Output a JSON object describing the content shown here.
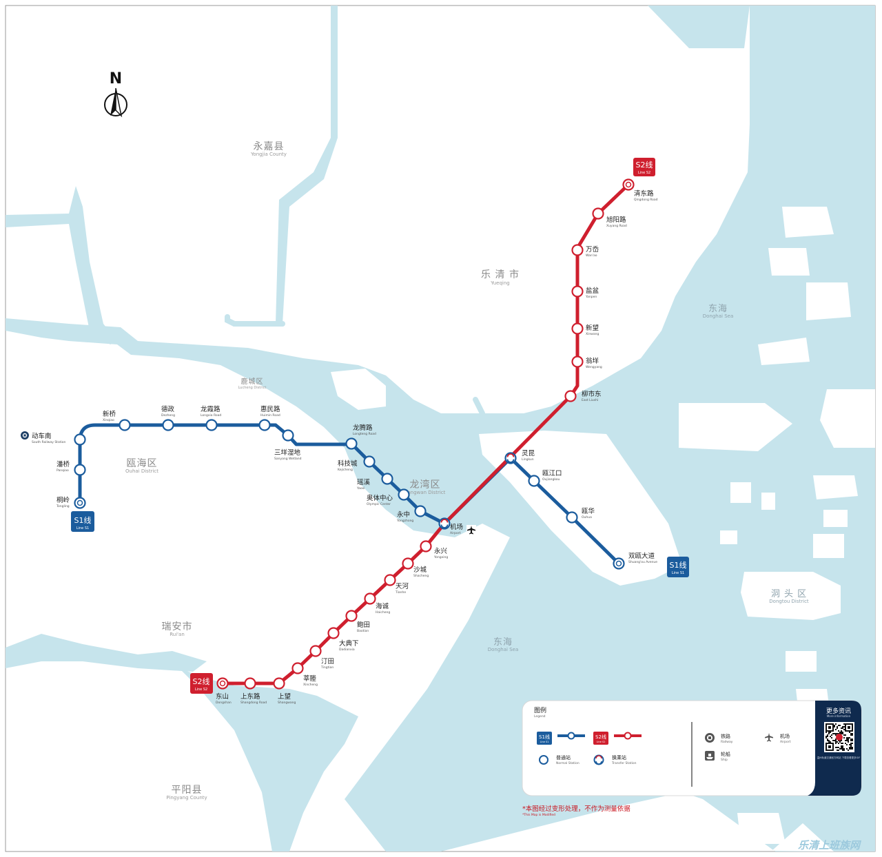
{
  "colors": {
    "water": "#c6e4ec",
    "land": "#ffffff",
    "line_s1": "#1b5c9d",
    "line_s2": "#cf1f2e",
    "legend_dark": "#0f2a4e",
    "note_red": "#c8151f",
    "watermark": "#9cc9dd"
  },
  "compass": {
    "label": "N"
  },
  "regions": {
    "yongjia": {
      "zh": "永嘉县",
      "en": "Yongjia County"
    },
    "yueqing": {
      "zh": "乐 清 市",
      "en": "Yueqing"
    },
    "lucheng": {
      "zh": "鹿城区",
      "en": "Lucheng District"
    },
    "ouhai": {
      "zh": "瓯海区",
      "en": "Ouhai District"
    },
    "longwan": {
      "zh": "龙湾区",
      "en": "Longwan District"
    },
    "ruian": {
      "zh": "瑞安市",
      "en": "Rui'an"
    },
    "pingyang": {
      "zh": "平阳县",
      "en": "Pingyang County"
    },
    "dongtou": {
      "zh": "洞 头 区",
      "en": "Dongtou District"
    },
    "donghai1": {
      "zh": "东海",
      "en": "Donghai Sea"
    },
    "donghai2": {
      "zh": "东海",
      "en": "Donghai Sea"
    }
  },
  "badges": {
    "s1_west": {
      "zh": "S1线",
      "en": "Line S1"
    },
    "s1_east": {
      "zh": "S1线",
      "en": "Line S1"
    },
    "s2_north": {
      "zh": "S2线",
      "en": "Line S2"
    },
    "s2_south": {
      "zh": "S2线",
      "en": "Line S2"
    }
  },
  "stations": [
    {
      "key": "dongchenan",
      "zh": "动车南",
      "en": "South Railway Station",
      "type": "railway"
    },
    {
      "key": "panqiao",
      "zh": "潘桥",
      "en": "Panqiao",
      "type": "normal"
    },
    {
      "key": "tongling",
      "zh": "桐岭",
      "en": "Tongling",
      "type": "terminal"
    },
    {
      "key": "xinqiao",
      "zh": "新桥",
      "en": "Xinqiao",
      "type": "normal"
    },
    {
      "key": "dezheng",
      "zh": "德政",
      "en": "Dezheng",
      "type": "normal"
    },
    {
      "key": "longxialu",
      "zh": "龙霞路",
      "en": "Longxia Road",
      "type": "normal"
    },
    {
      "key": "huiminlu",
      "zh": "惠民路",
      "en": "Huimin Road",
      "type": "normal"
    },
    {
      "key": "sanyangshidi",
      "zh": "三垟湿地",
      "en": "Sanyang Wetland",
      "type": "normal"
    },
    {
      "key": "longtenglu",
      "zh": "龙腾路",
      "en": "Longteng Road",
      "type": "normal"
    },
    {
      "key": "kejicheng",
      "zh": "科技城",
      "en": "Kejicheng",
      "type": "normal"
    },
    {
      "key": "yaoxi",
      "zh": "瑶溪",
      "en": "Yaoxi",
      "type": "normal"
    },
    {
      "key": "aotizhongxin",
      "zh": "奥体中心",
      "en": "Olympic Center",
      "type": "normal"
    },
    {
      "key": "yongzhong",
      "zh": "永中",
      "en": "Yongzhong",
      "type": "normal"
    },
    {
      "key": "jichang",
      "zh": "机场",
      "en": "Airport",
      "type": "transfer"
    },
    {
      "key": "lingkun",
      "zh": "灵昆",
      "en": "Lingkun",
      "type": "transfer"
    },
    {
      "key": "oujiangkou",
      "zh": "瓯江口",
      "en": "Oujiangkou",
      "type": "normal"
    },
    {
      "key": "ouhua",
      "zh": "瓯华",
      "en": "Ouhua",
      "type": "normal"
    },
    {
      "key": "shuangoudadao",
      "zh": "双瓯大道",
      "en": "Shuang'ou Avenue",
      "type": "terminal"
    },
    {
      "key": "qingdonglu",
      "zh": "清东路",
      "en": "Qingdong Road",
      "type": "terminal"
    },
    {
      "key": "xuyanglu",
      "zh": "旭阳路",
      "en": "Xuyang Road",
      "type": "normal"
    },
    {
      "key": "wanyue",
      "zh": "万岙",
      "en": "Wan'ao",
      "type": "normal"
    },
    {
      "key": "yanpan",
      "zh": "盐盆",
      "en": "Yanpen",
      "type": "normal"
    },
    {
      "key": "xinwang",
      "zh": "新望",
      "en": "Xinwang",
      "type": "normal"
    },
    {
      "key": "wengyang",
      "zh": "翁垟",
      "en": "Wengyang",
      "type": "normal"
    },
    {
      "key": "liushidong",
      "zh": "柳市东",
      "en": "East Liushi",
      "type": "normal"
    },
    {
      "key": "yongxing",
      "zh": "永兴",
      "en": "Yongxing",
      "type": "normal"
    },
    {
      "key": "shacheng",
      "zh": "沙城",
      "en": "Shacheng",
      "type": "normal"
    },
    {
      "key": "tianhe",
      "zh": "天河",
      "en": "Tianhe",
      "type": "normal"
    },
    {
      "key": "haicheng",
      "zh": "海诚",
      "en": "Haicheng",
      "type": "normal"
    },
    {
      "key": "baotian",
      "zh": "鲍田",
      "en": "Baotian",
      "type": "normal"
    },
    {
      "key": "dadianxia",
      "zh": "大典下",
      "en": "Dadianxia",
      "type": "normal"
    },
    {
      "key": "tingtian",
      "zh": "汀田",
      "en": "Tingtian",
      "type": "normal"
    },
    {
      "key": "xincheng",
      "zh": "莘塍",
      "en": "Xincheng",
      "type": "normal"
    },
    {
      "key": "shangwang",
      "zh": "上望",
      "en": "Shangwang",
      "type": "normal"
    },
    {
      "key": "shangdonglu",
      "zh": "上东路",
      "en": "Shangdong Road",
      "type": "normal"
    },
    {
      "key": "dongshan",
      "zh": "东山",
      "en": "Dongshan",
      "type": "terminal"
    }
  ],
  "legend": {
    "title": "图例",
    "title_en": "Legend",
    "s1_badge": "S1线",
    "s1_badge_en": "Line S1",
    "s2_badge": "S2线",
    "s2_badge_en": "Line S2",
    "normal_station": "普通站",
    "normal_station_en": "Normal Station",
    "transfer_station": "换乘站",
    "transfer_station_en": "Transfer Station",
    "railway": "铁路",
    "railway_en": "Railway",
    "airport": "机场",
    "airport_en": "Airport",
    "ship": "轮船",
    "ship_en": "Ship",
    "more_info": "更多资讯",
    "more_info_en": "More information",
    "qr_caption": "温州轨道交通官方网站 下载查看更多GIF"
  },
  "note": {
    "zh": "*本图经过变形处理，不作为测量依据",
    "en": "*This Map is Modified"
  },
  "watermark": "乐清上班族网"
}
